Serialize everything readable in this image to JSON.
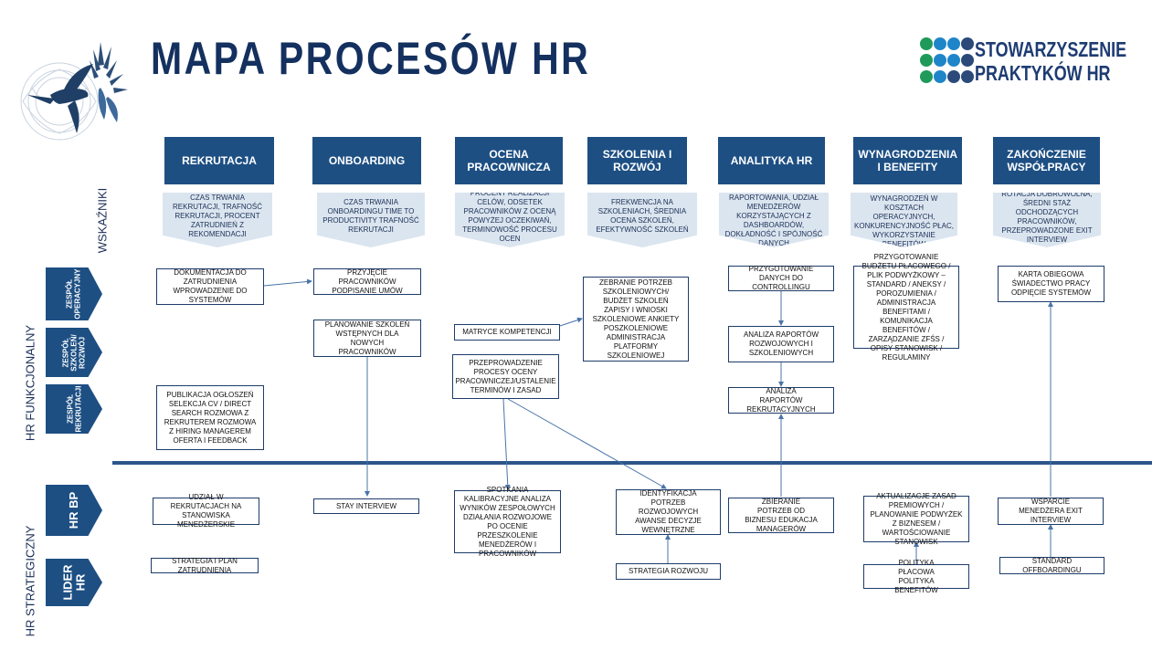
{
  "title": "MAPA PROCESÓW HR",
  "logo": {
    "line1": "STOWARZYSZENIE",
    "line2": "PRAKTYKÓW HR",
    "dot_colors": [
      "#1f9a5b",
      "#1e86c8",
      "#1e86c8",
      "#2b4a7a",
      "#1f9a5b",
      "#1e86c8",
      "#1e86c8",
      "#2b4a7a",
      "#1f9a5b",
      "#1e86c8",
      "#2b4a7a",
      "#2b4a7a"
    ]
  },
  "side_labels": {
    "wskazniki": "WSKAŹNIKI",
    "hr_funkcjonalny": "HR FUNKCJONALNY",
    "hr_strategiczny": "HR STRATEGICZNY"
  },
  "row_tags": {
    "operacyjny": "ZESPÓŁ\nOPERACYJNY",
    "szkolen": "ZESPÓŁ\nSZKOLEŃ/\nROZWÓJ",
    "rekrutacji": "ZESPÓŁ\nREKRUTACJI",
    "hrbp": "HR BP",
    "lider": "LIDER\nHR"
  },
  "columns": [
    {
      "header": "REKRUTACJA",
      "indicator": "CZAS TRWANIA REKRUTACJI, TRAFNOŚĆ REKRUTACJI, PROCENT ZATRUDNIEŃ Z REKOMENDACJI"
    },
    {
      "header": "ONBOARDING",
      "indicator": "CZAS TRWANIA ONBOARDINGU TIME TO PRODUCTIVITY TRAFNOŚĆ REKRUTACJI"
    },
    {
      "header": "OCENA PRACOWNICZA",
      "indicator": "PROCENT REALIZACJI CELÓW, ODSETEK PRACOWNIKÓW Z OCENĄ POWYŻEJ OCZEKIWAŃ, TERMINOWOŚĆ PROCESU OCEN"
    },
    {
      "header": "SZKOLENIA I ROZWÓJ",
      "indicator": "FREKWENCJA NA SZKOLENIACH, ŚREDNIA OCENA SZKOLEŃ, EFEKTYWNOŚĆ SZKOLEŃ"
    },
    {
      "header": "ANALITYKA HR",
      "indicator": "TERMINOWOŚĆ RAPORTOWANIA, UDZIAŁ MENEDŻERÓW KORZYSTAJĄCYCH Z DASHBOARDÓW, DOKŁADNOŚĆ I SPÓJNOŚĆ DANYCH"
    },
    {
      "header": "WYNAGRODZENIA I BENEFITY",
      "indicator": "UDZIAŁ KOSZTÓW WYNAGRODZEŃ W KOSZTACH OPERACYJNYCH, KONKURENCYJNOŚĆ PŁAC, WYKORZYSTANIE BENEFITÓW"
    },
    {
      "header": "ZAKOŃCZENIE WSPÓŁPRACY",
      "indicator": "ROTACJA DOBROWOLNA, ŚREDNI STAŻ ODCHODZĄCYCH PRACOWNIKÓW, PRZEPROWADZONE EXIT INTERVIEW"
    }
  ],
  "boxes": {
    "dokumentacja": "DOKUMENTACJA DO ZATRUDNIENIA WPROWADZENIE DO SYSTEMÓW",
    "publikacja": "PUBLIKACJA OGŁOSZEŃ SELEKCJA CV / DIRECT SEARCH ROZMOWA Z REKRUTEREM ROZMOWA Z HIRING MANAGEREM OFERTA I FEEDBACK",
    "udzial_rekrutacje": "UDZIAŁ W REKRUTACJACH NA STANOWISKA MENEDŻERSKIE",
    "strategia_zatrudnienia": "STRATEGIA I PLAN ZATRUDNIENIA",
    "przyjecie": "PRZYJĘCIE PRACOWNIKÓW PODPISANIE UMÓW",
    "planowanie": "PLANOWANIE SZKOLEŃ WSTĘPNYCH DLA NOWYCH PRACOWNIKÓW",
    "stay": "STAY INTERVIEW",
    "matryce": "MATRYCE KOMPETENCJI",
    "przeprowadzenie": "PRZEPROWADZENIE PROCESY OCENY PRACOWNICZEJ/USTALENIE TERMINÓW I ZASAD",
    "spotkania": "SPOTKANIA KALIBRACYJNE ANALIZA WYNIKÓW ZESPOŁOWYCH DZIAŁANIA ROZWOJOWE PO OCENIE PRZESZKOLENIE MENEDŻERÓW I PRACOWNIKÓW",
    "zebranie": "ZEBRANIE POTRZEB SZKOLENIOWYCH/ BUDŻET SZKOLEŃ ZAPISY I WNIOSKI SZKOLENIOWE ANKIETY POSZKOLENIOWE ADMINISTRACJA PLATFORMY SZKOLENIOWEJ",
    "identyfikacja": "IDENTYFIKACJA POTRZEB ROZWOJOWYCH AWANSE DECYZJE WEWNĘTRZNE",
    "strategia_rozwoju": "STRATEGIA ROZWOJU",
    "przygotowanie_danych": "PRZYGOTOWANIE DANYCH DO CONTROLLINGU",
    "analiza_rozwojowych": "ANALIZA RAPORTÓW ROZWOJOWYCH I SZKOLENIOWYCH",
    "analiza_rekrutacyjnych": "ANALIZA RAPORTÓW REKRUTACYJNYCH",
    "zbieranie": "ZBIERANIE POTRZEB OD BIZNESU EDUKACJA MANAGERÓW",
    "budzet": "PRZYGOTOWANIE BUDŻETU PŁACOWEGO / PLIK PODWYŻKOWY – STANDARD / ANEKSY / POROZUMIENIA / ADMINISTRACJA BENEFITAMI / KOMUNIKACJA BENEFITÓW / ZARZĄDZANIE ZFŚS / OPISY STANOWISK / REGULAMINY",
    "aktualizacje": "AKTUALIZACJE ZASAD PREMIOWYCH / PLANOWANIE PODWYŻEK Z BIZNESEM / WARTOŚCIOWANIE STANOWISK",
    "polityka": "POLITYKA PŁACOWA POLITYKA BENEFITÓW",
    "karta": "KARTA OBIEGOWA ŚWIADECTWO PRACY ODPIĘCIE SYSTEMÓW",
    "wsparcie": "WSPARCIE MENEDŻERA EXIT INTERVIEW",
    "standard": "STANDARD OFFBOARDINGU"
  }
}
